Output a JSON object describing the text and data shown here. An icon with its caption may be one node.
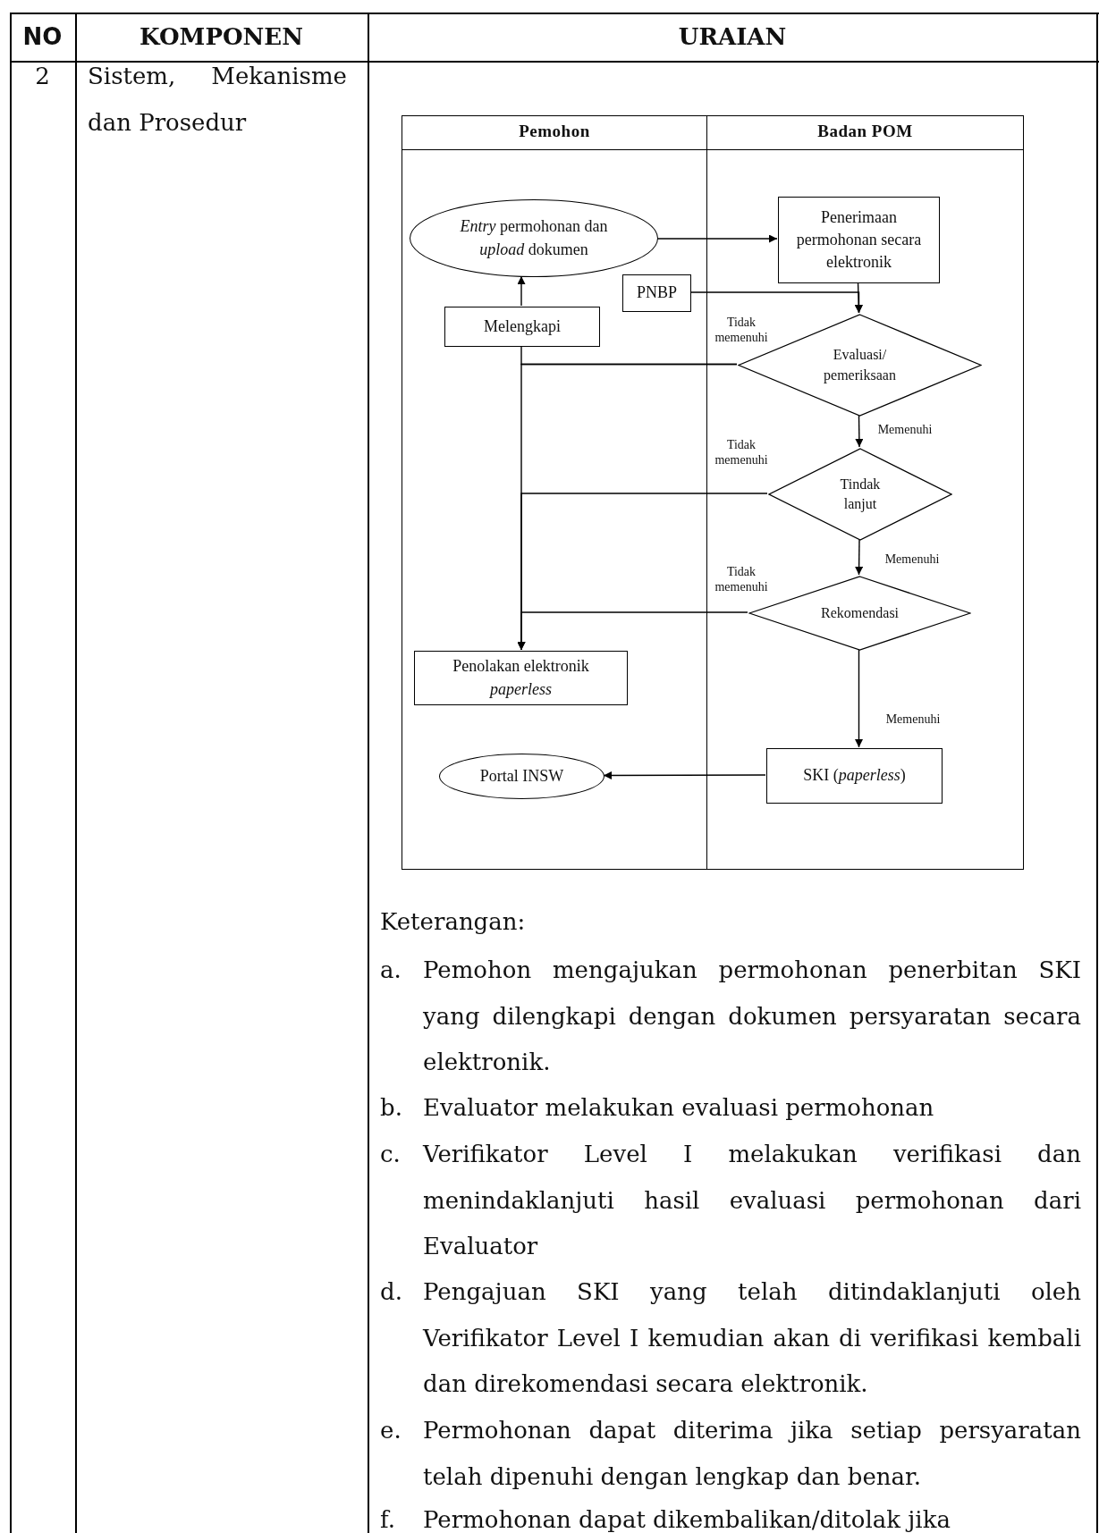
{
  "diagram": {
    "nodes": [
      {
        "text": [
          "Pemohon"
        ]
      },
      {
        "text": [
          "Badan POM"
        ]
      },
      {
        "text": [
          "*Entry* permohonan dan *upload* dokumen"
        ],
        "in": 0
      },
      {
        "text": [
          "Penerimaan permohonan secara elektronik"
        ],
        "in": 1
      },
      {
        "text": [
          "PNBP"
        ],
        "in": 0
      },
      {
        "text": [
          "Melengkapi"
        ],
        "in": 0
      },
      {
        "text": [
          "Evaluasi/ pemeriksaan"
        ],
        "in": 1
      },
      {
        "text": [
          "Tindak lanjut"
        ],
        "in": 1
      },
      {
        "text": [
          "Rekomendasi"
        ],
        "in": 1
      },
      {
        "text": [
          "Penolakan elektronik *paperless*"
        ],
        "in": 0
      },
      {
        "text": [
          "SKI (*paperless*)"
        ],
        "in": 1
      },
      {
        "text": [
          "Portal INSW"
        ],
        "in": 0
      }
    ],
    "edges": [
      {
        "from": 2,
        "to": 3,
        "arrow": "to"
      },
      {
        "from": 3,
        "to": 6,
        "arrow": "to"
      },
      {
        "from": 4,
        "to": 6,
        "arrow": "to"
      },
      {
        "from": 5,
        "to": 2,
        "arrow": "to"
      },
      {
        "from": 6,
        "to": 5,
        "arrow": "none"
      },
      {
        "from": 6,
        "to": 9,
        "label": "Tidak memenuhi",
        "arrow": "to"
      },
      {
        "from": 6,
        "to": 7,
        "label": "Memenuhi",
        "arrow": "to"
      },
      {
        "from": 7,
        "to": 9,
        "label": "Tidak memenuhi",
        "arrow": "to"
      },
      {
        "from": 7,
        "to": 8,
        "label": "Memenuhi",
        "arrow": "to"
      },
      {
        "from": 8,
        "to": 9,
        "label": "Tidak memenuhi",
        "arrow": "to"
      },
      {
        "from": 8,
        "to": 10,
        "label": "Memenuhi",
        "arrow": "to"
      },
      {
        "from": 10,
        "to": 11,
        "arrow": "to"
      }
    ],
    "labels": [
      "NO",
      "KOMPONEN",
      "URAIAN",
      "2",
      "Sistem, Mekanisme dan Prosedur",
      "Keterangan:",
      "a.",
      "Pemohon mengajukan permohonan penerbitan SKI yang dilengkapi dengan dokumen persyaratan secara elektronik.",
      "b.",
      "Evaluator melakukan evaluasi permohonan",
      "c.",
      "Verifikator Level I melakukan verifikasi dan menindaklanjuti hasil evaluasi permohonan dari Evaluator",
      "d.",
      "Pengajuan SKI yang telah ditindaklanjuti oleh Verifikator Level I kemudian akan di verifikasi kembali dan direkomendasi secara elektronik.",
      "e.",
      "Permohonan dapat diterima jika setiap persyaratan telah dipenuhi dengan lengkap dan benar.",
      "f.",
      "Permohonan dapat dikembalikan/ditolak jika"
    ]
  }
}
